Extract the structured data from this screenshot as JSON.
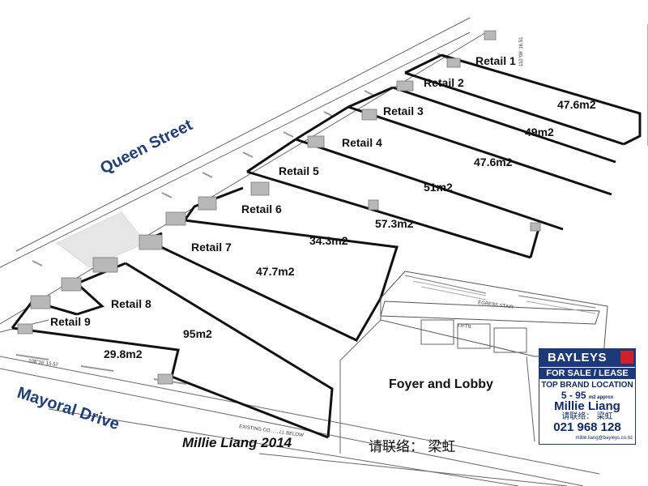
{
  "streets": {
    "queen": "Queen Street",
    "mayoral": "Mayoral Drive"
  },
  "units": [
    {
      "name": "Retail 1",
      "area": "47.6m2"
    },
    {
      "name": "Retail 2",
      "area": "49m2"
    },
    {
      "name": "Retail 3",
      "area": "47.6m2"
    },
    {
      "name": "Retail 4",
      "area": "51m2"
    },
    {
      "name": "Retail 5",
      "area": "57.3m2"
    },
    {
      "name": "Retail 6",
      "area": "34.3m2"
    },
    {
      "name": "Retail 7",
      "area": "47.7m2"
    },
    {
      "name": "Retail 8",
      "area": "95m2"
    },
    {
      "name": "Retail 9",
      "area": "29.8m2"
    }
  ],
  "foyer": "Foyer and Lobby",
  "egress": "EGRESS STAIR",
  "lifts": "LIFTS",
  "existing_note": "EXISTING CO...  ...LL BELOW",
  "dimension_queen": "110°06' 16.51",
  "dimension_mayoral": "108°16' 15.57",
  "sign": {
    "brand": "BAYLEYS",
    "for_sale": "FOR SALE / LEASE",
    "line1": "TOP BRAND LOCATION",
    "line2": "5 - 95",
    "line2_unit": "m2 approx",
    "name": "Millie Liang",
    "contact_cn": "请联络：  梁虹",
    "phone": "021 968 128",
    "email": "millie.liang@bayleys.co.nz"
  },
  "caption": {
    "left": "Millie Liang  2014",
    "right": "请联络：  梁虹"
  }
}
